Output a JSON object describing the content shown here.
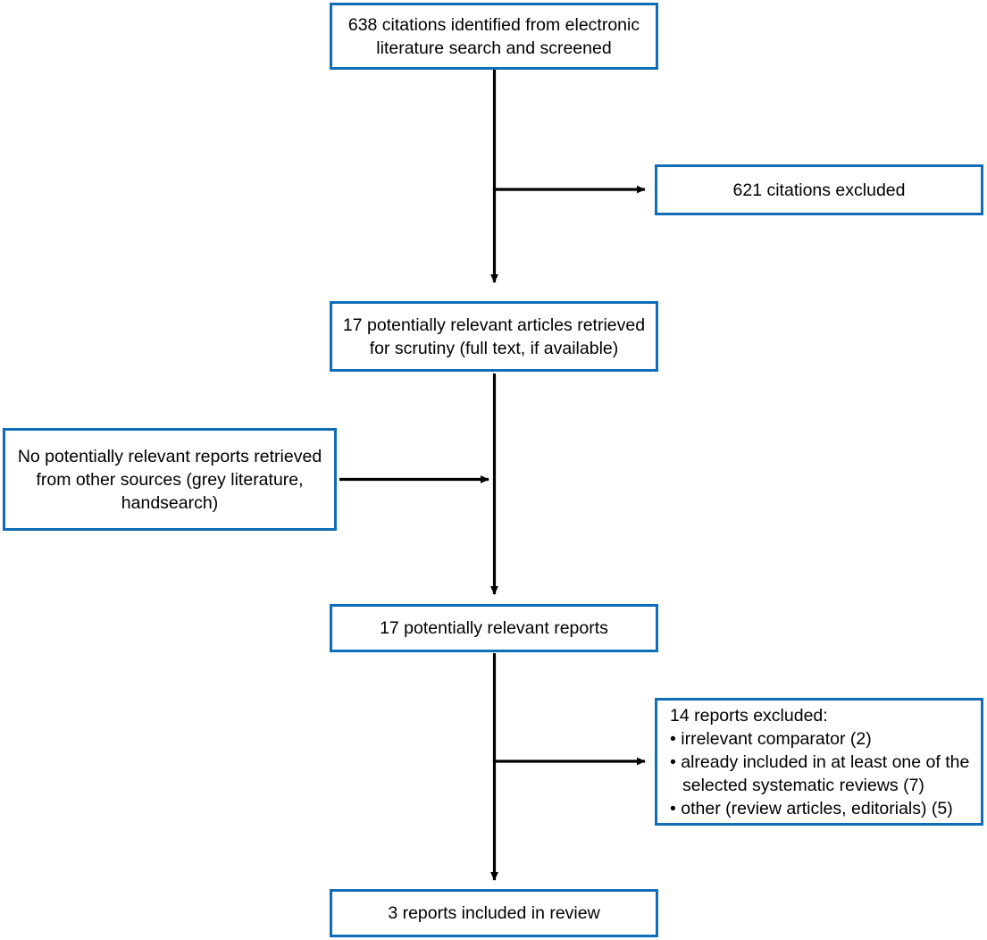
{
  "diagram": {
    "type": "prisma-study-flow-diagram",
    "accent_color": "#0f6cb6",
    "arrow_color": "#000000",
    "background_color": "#ffffff",
    "nodes": [
      {
        "id": "identified",
        "name": "citations-identified-box",
        "text": "638 citations identified from electronic\nliterature search and screened",
        "count": 638
      },
      {
        "id": "citations-excluded",
        "name": "citations-excluded-box",
        "text": "621 citations excluded",
        "count": 621
      },
      {
        "id": "retrieved",
        "name": "articles-retrieved-box",
        "text": "17 potentially relevant articles retrieved\nfor scrutiny (full text, if available)",
        "count": 17
      },
      {
        "id": "other-sources",
        "name": "other-sources-box",
        "text": "No potentially relevant reports retrieved\nfrom other sources (grey literature,\nhandsearch)",
        "count": 0
      },
      {
        "id": "relevant-reports",
        "name": "relevant-reports-box",
        "text": "17 potentially relevant reports",
        "count": 17
      },
      {
        "id": "reports-excluded",
        "name": "reports-excluded-box",
        "title": "14 reports excluded:",
        "count": 14,
        "items": [
          "irrelevant comparator (2)",
          "already included in at least one of the selected systematic reviews (7)",
          "other (review articles, editorials) (5)"
        ]
      },
      {
        "id": "included",
        "name": "reports-included-box",
        "text": "3 reports included in review",
        "count": 3
      }
    ],
    "connectors": [
      {
        "name": "arrow-identified-to-retrieved",
        "direction": "down"
      },
      {
        "name": "arrow-to-citations-excluded",
        "direction": "right"
      },
      {
        "name": "arrow-retrieved-to-relevant-reports",
        "direction": "down"
      },
      {
        "name": "arrow-other-sources-to-spine",
        "direction": "right"
      },
      {
        "name": "arrow-relevant-reports-to-included",
        "direction": "down"
      },
      {
        "name": "arrow-to-reports-excluded",
        "direction": "right"
      }
    ]
  }
}
